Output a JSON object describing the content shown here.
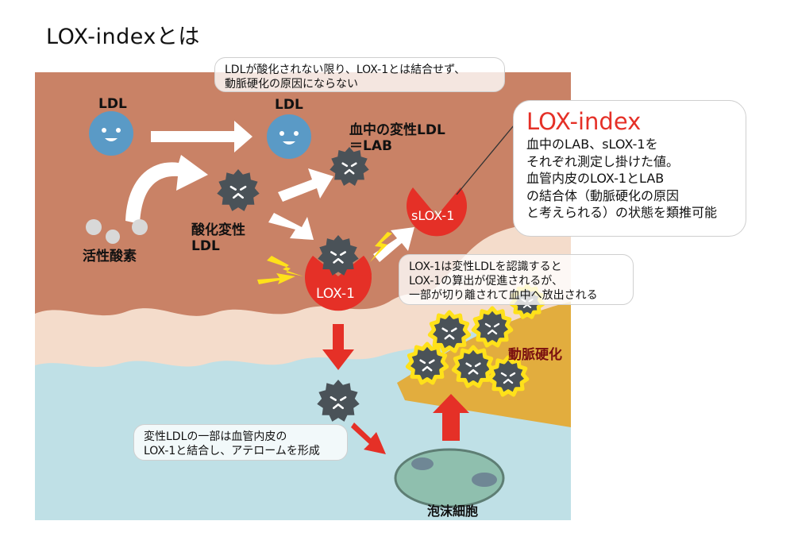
{
  "title": "LOX-indexとは",
  "labels": {
    "ldl_left": "LDL",
    "ldl_right": "LDL",
    "reactive_oxygen": "活性酸素",
    "oxidized_ldl_1": "酸化変性",
    "oxidized_ldl_2": "LDL",
    "modified_ldl_1": "血中の変性LDL",
    "modified_ldl_2": "＝LAB",
    "slox1": "sLOX-1",
    "lox1": "LOX-1",
    "arteriosclerosis": "動脈硬化",
    "foam_cell": "泡沫細胞"
  },
  "notes": {
    "top": [
      "LDLが酸化されない限り、LOX-1とは結合せず、",
      "動脈硬化の原因にならない"
    ],
    "middle": [
      "LOX-1は変性LDLを認識すると",
      "LOX-1の算出が促進されるが、",
      "一部が切り離されて血中へ放出される"
    ],
    "bottom": [
      "変性LDLの一部は血管内皮の",
      "LOX-1と結合し、アテロームを形成"
    ]
  },
  "lox_index": {
    "heading": "LOX-index",
    "lines": [
      "血中のLAB、sLOX-1を",
      "それぞれ測定し掛けた値。",
      "血管内皮のLOX-1とLAB",
      "の結合体（動脈硬化の原因",
      "と考えられる）の状態を類推可能"
    ]
  },
  "colors": {
    "vessel_brown": "#c98266",
    "endothelium": "#f4dccb",
    "tissue_blue": "#bfe0e6",
    "ldl_blue": "#5a9ac6",
    "oxidized_gray": "#4a5258",
    "lox_red": "#e53027",
    "plaque_yellow": "#e2ad3e",
    "lightning_yellow": "#ffe11a",
    "arrow_red": "#e53027"
  }
}
